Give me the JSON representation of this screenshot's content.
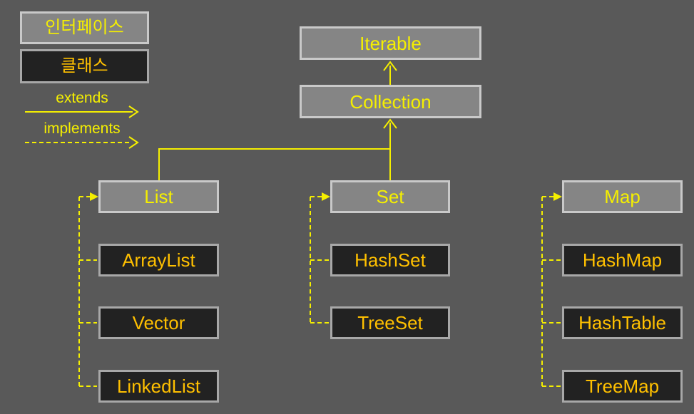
{
  "colors": {
    "background": "#595959",
    "iface_fill": "#858585",
    "iface_border": "#c9c9c9",
    "cls_fill": "#222222",
    "cls_border": "#a8a8a8",
    "iface_text": "#f5ef00",
    "cls_text": "#ffc000",
    "line_color": "#f5ef00"
  },
  "legend": {
    "interface_label": "인터페이스",
    "class_label": "클래스",
    "extends_label": "extends",
    "implements_label": "implements"
  },
  "hierarchy": {
    "iterable": "Iterable",
    "collection": "Collection",
    "columns": [
      {
        "interface": "List",
        "classes": [
          "ArrayList",
          "Vector",
          "LinkedList"
        ]
      },
      {
        "interface": "Set",
        "classes": [
          "HashSet",
          "TreeSet"
        ]
      },
      {
        "interface": "Map",
        "classes": [
          "HashMap",
          "HashTable",
          "TreeMap"
        ]
      }
    ]
  }
}
